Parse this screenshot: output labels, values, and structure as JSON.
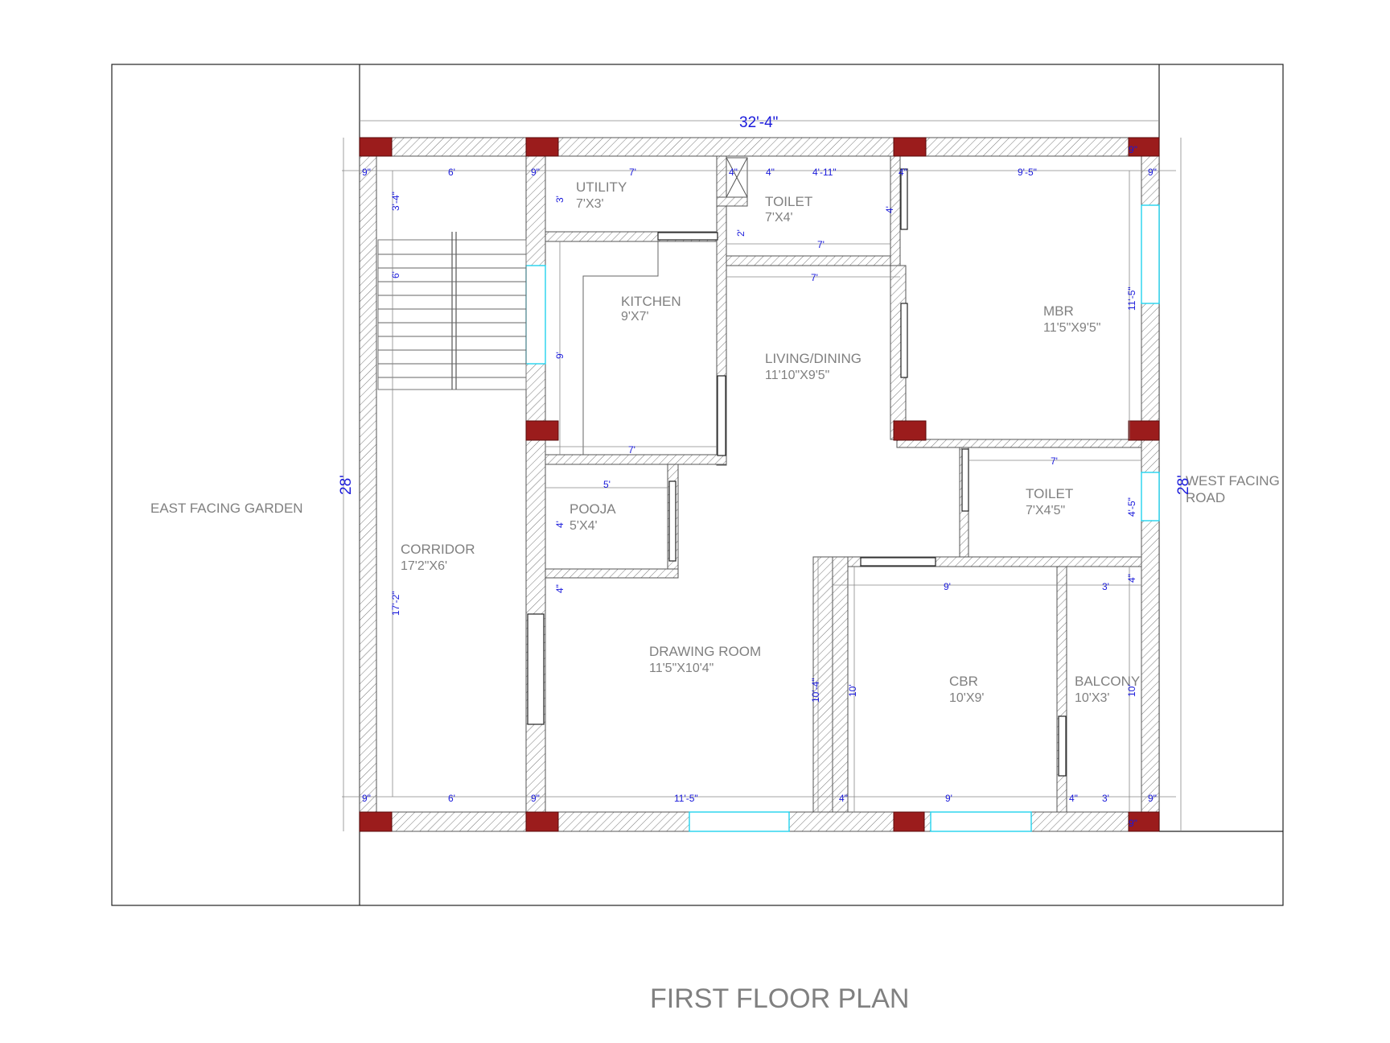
{
  "outside": {
    "east": "EAST FACING GARDEN",
    "west_line1": "WEST FACING",
    "west_line2": "ROAD"
  },
  "title": "FIRST FLOOR PLAN",
  "overall_dims": {
    "width": "32'-4\"",
    "left_height": "28'",
    "right_height": "28'"
  },
  "rooms": {
    "utility": {
      "name": "UTILITY",
      "size": "7'X3'"
    },
    "toilet1": {
      "name": "TOILET",
      "size": "7'X4'"
    },
    "kitchen": {
      "name": "KITCHEN",
      "size": "9'X7'"
    },
    "living": {
      "name": "LIVING/DINING",
      "size": "11'10\"X9'5\""
    },
    "mbr": {
      "name": "MBR",
      "size": "11'5\"X9'5\""
    },
    "pooja": {
      "name": "POOJA",
      "size": "5'X4'"
    },
    "toilet2": {
      "name": "TOILET",
      "size": "7'X4'5\""
    },
    "corridor": {
      "name": "CORRIDOR",
      "size": "17'2\"X6'"
    },
    "drawing": {
      "name": "DRAWING ROOM",
      "size": "11'5\"X10'4\""
    },
    "cbr": {
      "name": "CBR",
      "size": "10'X9'"
    },
    "balcony": {
      "name": "BALCONY",
      "size": "10'X3'"
    }
  },
  "dims": {
    "top_9a": "9\"",
    "top_6": "6'",
    "top_9b": "9\"",
    "top_7": "7'",
    "top_4a": "4\"",
    "top_4b": "4\"",
    "top_4_11": "4'-11\"",
    "top_4c": "4\"",
    "top_9_5": "9'-5\"",
    "top_9c": "9\"",
    "v_3_4": "3'-4\"",
    "v_6": "6'",
    "v_3": "3'",
    "v_2": "2'",
    "v_4": "4'",
    "h_7_toilet": "7'",
    "h_7_living": "7'",
    "v_11_5": "11'-5\"",
    "v_9_kitchen": "9'",
    "h_7_kitchen": "7'",
    "h_5_pooja": "5'",
    "v_4_pooja": "4'",
    "v_4in_pooja": "4\"",
    "h_7_toilet2": "7'",
    "v_4_5": "4'-5\"",
    "v_17_2": "17'-2\"",
    "v_4in_right": "4\"",
    "h_9_cbr": "9'",
    "h_3_bal": "3'",
    "v_10_4": "10'-4\"",
    "v_10_cbr": "10'",
    "v_10_bal": "10'",
    "bot_9a": "9\"",
    "bot_6": "6'",
    "bot_9b": "9\"",
    "bot_11_5": "11'-5\"",
    "bot_4a": "4\"",
    "bot_9": "9'",
    "bot_4b": "4\"",
    "bot_3": "3'",
    "bot_9c": "9\"",
    "top_9_corner": "9\"",
    "bot_9_corner": "9\""
  }
}
